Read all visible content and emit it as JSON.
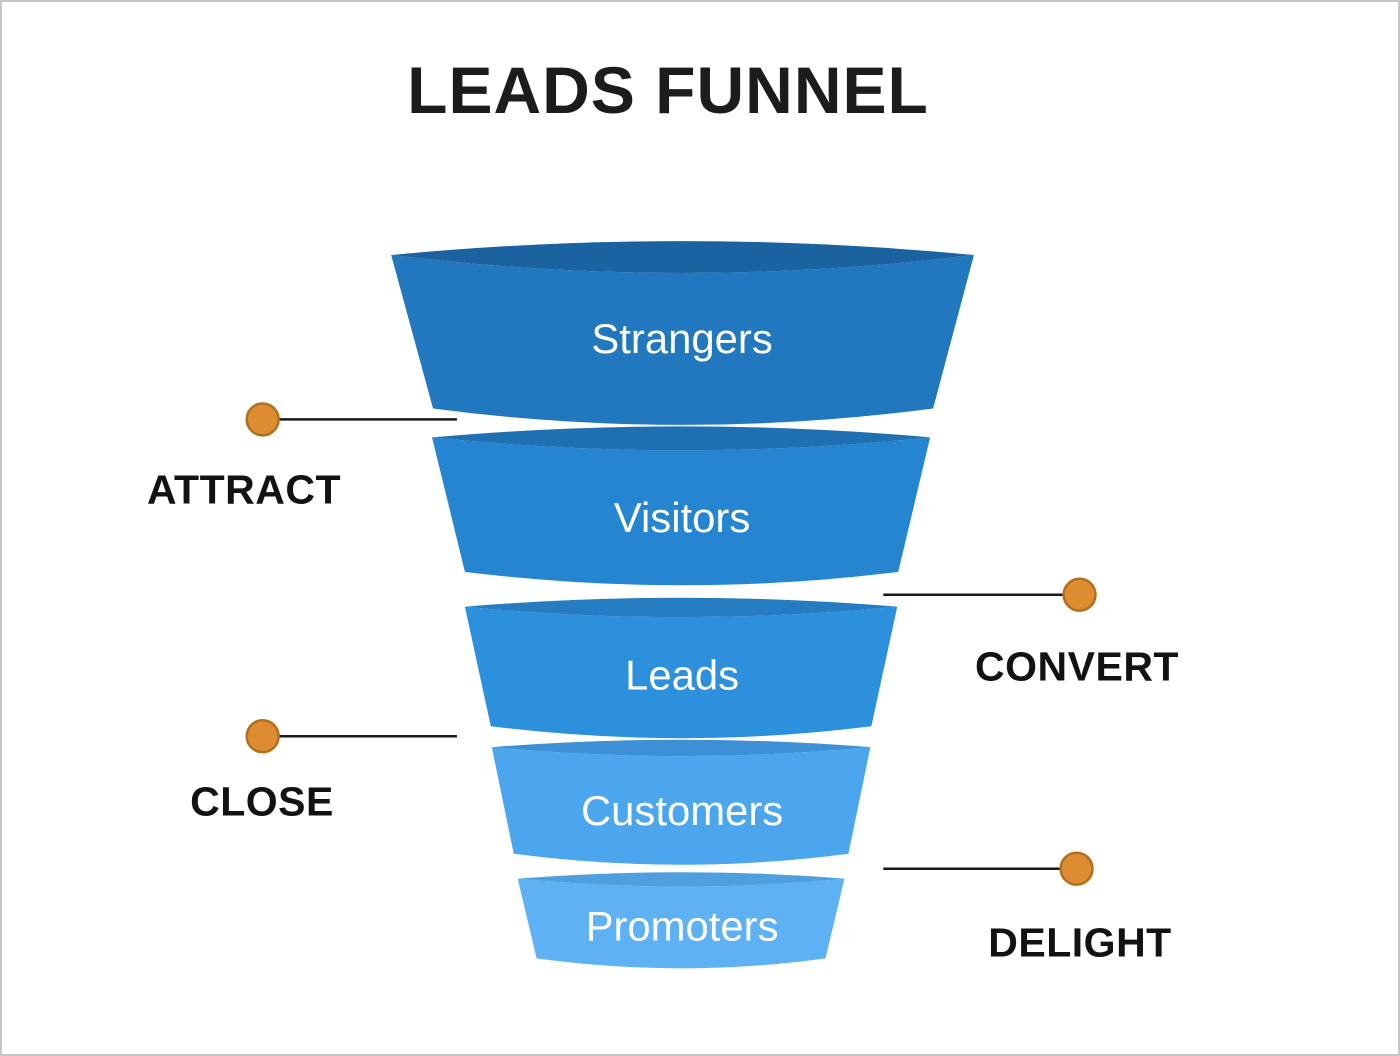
{
  "page": {
    "title": "LEADS FUNNEL",
    "background": "#ffffff",
    "border_color": "#c6c6c6"
  },
  "funnel": {
    "label_color": "#ffffff",
    "stages": [
      {
        "label": "Strangers",
        "body_color": "#2178be",
        "rim_color": "#1b62a0"
      },
      {
        "label": "Visitors",
        "body_color": "#2585d0",
        "rim_color": "#1f70b2"
      },
      {
        "label": "Leads",
        "body_color": "#2d90dc",
        "rim_color": "#267cc0"
      },
      {
        "label": "Customers",
        "body_color": "#4ba6ee",
        "rim_color": "#3e90d6"
      },
      {
        "label": "Promoters",
        "body_color": "#5eb1f2",
        "rim_color": "#4f9fde"
      }
    ]
  },
  "annotations": {
    "dot_color": "#dd8c31",
    "dot_stroke": "#b26f1d",
    "line_color": "#1a1a1a",
    "text_color": "#121212",
    "items": [
      {
        "label": "ATTRACT",
        "side": "left"
      },
      {
        "label": "CONVERT",
        "side": "right"
      },
      {
        "label": "CLOSE",
        "side": "left"
      },
      {
        "label": "DELIGHT",
        "side": "right"
      }
    ]
  }
}
